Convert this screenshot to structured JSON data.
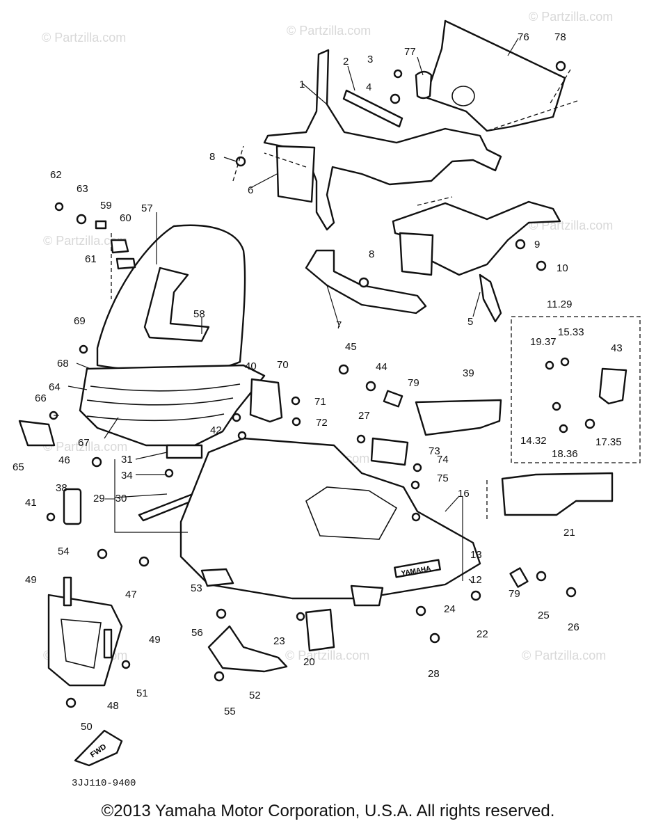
{
  "diagram": {
    "code": "3JJ110-9400",
    "copyright": "©2013 Yamaha Motor Corporation, U.S.A. All rights reserved.",
    "brand_mark": "YAMAHA",
    "arrow_label": "FWD",
    "watermark": "© Partzilla.com"
  },
  "callouts": [
    {
      "id": "1",
      "text": "1"
    },
    {
      "id": "2",
      "text": "2"
    },
    {
      "id": "3",
      "text": "3"
    },
    {
      "id": "4",
      "text": "4"
    },
    {
      "id": "5",
      "text": "5"
    },
    {
      "id": "6",
      "text": "6"
    },
    {
      "id": "7",
      "text": "7"
    },
    {
      "id": "8a",
      "text": "8"
    },
    {
      "id": "8b",
      "text": "8"
    },
    {
      "id": "9",
      "text": "9"
    },
    {
      "id": "10",
      "text": "10"
    },
    {
      "id": "11_29",
      "text": "11.29"
    },
    {
      "id": "12",
      "text": "12"
    },
    {
      "id": "13",
      "text": "13"
    },
    {
      "id": "14_32",
      "text": "14.32"
    },
    {
      "id": "15_33",
      "text": "15.33"
    },
    {
      "id": "16",
      "text": "16"
    },
    {
      "id": "17_35",
      "text": "17.35"
    },
    {
      "id": "18_36",
      "text": "18.36"
    },
    {
      "id": "19_37",
      "text": "19.37"
    },
    {
      "id": "20",
      "text": "20"
    },
    {
      "id": "21",
      "text": "21"
    },
    {
      "id": "22",
      "text": "22"
    },
    {
      "id": "23",
      "text": "23"
    },
    {
      "id": "24",
      "text": "24"
    },
    {
      "id": "25",
      "text": "25"
    },
    {
      "id": "26",
      "text": "26"
    },
    {
      "id": "27",
      "text": "27"
    },
    {
      "id": "28",
      "text": "28"
    },
    {
      "id": "29_30",
      "text": "29—30"
    },
    {
      "id": "31",
      "text": "31"
    },
    {
      "id": "34",
      "text": "34"
    },
    {
      "id": "38",
      "text": "38"
    },
    {
      "id": "39",
      "text": "39"
    },
    {
      "id": "40",
      "text": "40"
    },
    {
      "id": "41",
      "text": "41"
    },
    {
      "id": "42",
      "text": "42"
    },
    {
      "id": "43",
      "text": "43"
    },
    {
      "id": "44",
      "text": "44"
    },
    {
      "id": "45",
      "text": "45"
    },
    {
      "id": "46",
      "text": "46"
    },
    {
      "id": "47",
      "text": "47"
    },
    {
      "id": "48",
      "text": "48"
    },
    {
      "id": "49a",
      "text": "49"
    },
    {
      "id": "49b",
      "text": "49"
    },
    {
      "id": "50",
      "text": "50"
    },
    {
      "id": "51",
      "text": "51"
    },
    {
      "id": "52",
      "text": "52"
    },
    {
      "id": "53",
      "text": "53"
    },
    {
      "id": "54",
      "text": "54"
    },
    {
      "id": "55",
      "text": "55"
    },
    {
      "id": "56",
      "text": "56"
    },
    {
      "id": "57",
      "text": "57"
    },
    {
      "id": "58",
      "text": "58"
    },
    {
      "id": "59",
      "text": "59"
    },
    {
      "id": "60",
      "text": "60"
    },
    {
      "id": "61",
      "text": "61"
    },
    {
      "id": "62",
      "text": "62"
    },
    {
      "id": "63",
      "text": "63"
    },
    {
      "id": "64",
      "text": "64"
    },
    {
      "id": "65",
      "text": "65"
    },
    {
      "id": "66",
      "text": "66"
    },
    {
      "id": "67",
      "text": "67"
    },
    {
      "id": "68",
      "text": "68"
    },
    {
      "id": "69",
      "text": "69"
    },
    {
      "id": "70",
      "text": "70"
    },
    {
      "id": "71",
      "text": "71"
    },
    {
      "id": "72",
      "text": "72"
    },
    {
      "id": "73",
      "text": "73"
    },
    {
      "id": "74",
      "text": "74"
    },
    {
      "id": "75",
      "text": "75"
    },
    {
      "id": "76",
      "text": "76"
    },
    {
      "id": "77",
      "text": "77"
    },
    {
      "id": "78",
      "text": "78"
    },
    {
      "id": "79a",
      "text": "79"
    },
    {
      "id": "79b",
      "text": "79"
    }
  ]
}
